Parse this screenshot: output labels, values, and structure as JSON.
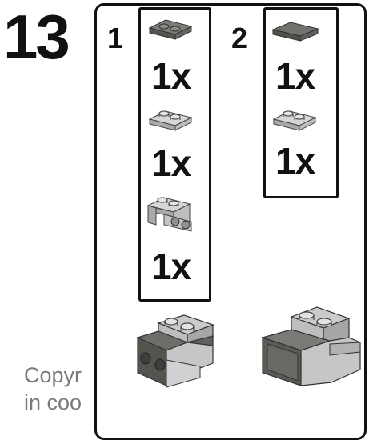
{
  "step": {
    "number": "13"
  },
  "substeps": [
    {
      "label": "1",
      "parts": [
        {
          "quantity": "1x",
          "icon": "dark-gray-plate-1x2-icon"
        },
        {
          "quantity": "1x",
          "icon": "light-gray-plate-1x2-icon"
        },
        {
          "quantity": "1x",
          "icon": "light-gray-bracket-1x2-icon"
        }
      ]
    },
    {
      "label": "2",
      "parts": [
        {
          "quantity": "1x",
          "icon": "dark-gray-tile-1x2-icon"
        },
        {
          "quantity": "1x",
          "icon": "light-gray-plate-1x2-icon"
        }
      ]
    }
  ],
  "result_icons": [
    "assembly-substep-1-icon",
    "assembly-substep-2-icon"
  ],
  "copyright": {
    "line1": "Copyr",
    "line2": "in coo"
  },
  "colors": {
    "dark_gray": "#6b6b68",
    "light_gray": "#c8cacb",
    "outline": "#111111",
    "watermark": "#7a7a7a"
  }
}
